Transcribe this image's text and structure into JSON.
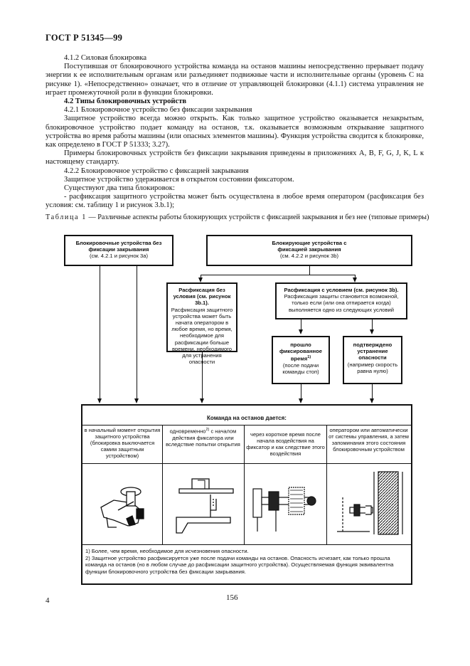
{
  "header": {
    "standard": "ГОСТ Р 51345—99"
  },
  "body": {
    "p1": "4.1.2 Силовая блокировка",
    "p2": "Поступившая от блокировочного устройства команда на останов машины непосредственно прерывает подачу энергии к ее исполнительным органам или разъединяет подвижные части и исполнительные органы (уровень С на рисунке 1). «Непосредственно» означает, что в отличие от управляющей блокировки (4.1.1) система управления не играет промежуточной роли в функции блокировки.",
    "p3": "4.2 Типы блокировочных устройств",
    "p4": "4.2.1 Блокировочное устройство без фиксации закрывания",
    "p5": "Защитное устройство всегда можно открыть. Как только защитное устройство оказывается незакрытым, блокировочное устройство подает команду на останов, т.к. оказывается возможным открывание защитного устройства во время работы машины (или опасных элементов машины). Функция устройства сводится к блокировке, как определено в ГОСТ Р 51333; 3.27).",
    "p6": "Примеры блокировочных устройств без фиксации закрывания приведены в приложениях А, В, F, G, J, K, L к настоящему стандарту.",
    "p7": "4.2.2 Блокировочное устройство с фиксацией закрывания",
    "p8": "Защитное устройство удерживается в открытом состоянии фиксатором.",
    "p9": "Существуют два типа блокировок:",
    "p10": "- расфиксация защитного устройства может быть осуществлена в любое время оператором (расфиксация без условия: см. таблицу 1 и рисунок 3.b.1);"
  },
  "table": {
    "caption_label": "Таблица 1",
    "caption_text": "— Различные аспекты работы блокирующих устройств с фиксацией закрывания и без нее (типовые примеры)"
  },
  "diagram": {
    "box_left_title": "Блокировочные устройства без фиксации закрывания",
    "box_left_ref": "(см. 4.2.1 и рисунок 3а)",
    "box_right_title": "Блокирующие устройства с фиксацией закрывания",
    "box_right_ref": "(см. 4.2.2 и рисунок 3b)",
    "box_uncond_title": "Расфиксация без условия (см. рисунок 3b.1).",
    "box_uncond_text": "Расфиксация защитного устройства может быть начата оператором в любое время, но время, необходимое для расфиксации больше времени, необходимого для устранения опасности",
    "box_cond_title": "Расфиксация с условием (см. рисунок 3b).",
    "box_cond_text": "Расфиксация защиты становится возможной, только если (или она отпирается когда) выполняется одно из следующих условий",
    "box_time_title": "прошло фиксированное время",
    "box_time_sup": "1)",
    "box_time_text": "(после подачи команды стоп)",
    "box_confirm_title": "подтверждено устранение опасности",
    "box_confirm_text": "(например скорость равна нулю)",
    "command_header": "Команда на останов дается:",
    "col1": "в начальный момент открытия защитного устройства (блокировка выключается самим защитным устройством)",
    "col2_a": "одновременно",
    "col2_sup": "2)",
    "col2_b": " с началом действия фиксатора или вследствие попытки открытия",
    "col3": "через короткое время после начала воздействия на фиксатор и как следствие этого воздействия",
    "col4": "оператором или автоматически от системы управления, а затем запоминания этого состояния блокировочным устройством",
    "note1": "1) Более, чем время, необходимое для исчезновения опасности.",
    "note2": "2) Защитное устройство расфиксируется уже после подачи команды на останов. Опасность исчезает, как только прошла команда на останов (но в любом случае до расфиксации защитного устройства). Осуществляемая функция эквивалентна функции блокировочного устройства без фиксации закрывания."
  },
  "footer": {
    "page_left": "4",
    "page_center": "156"
  }
}
